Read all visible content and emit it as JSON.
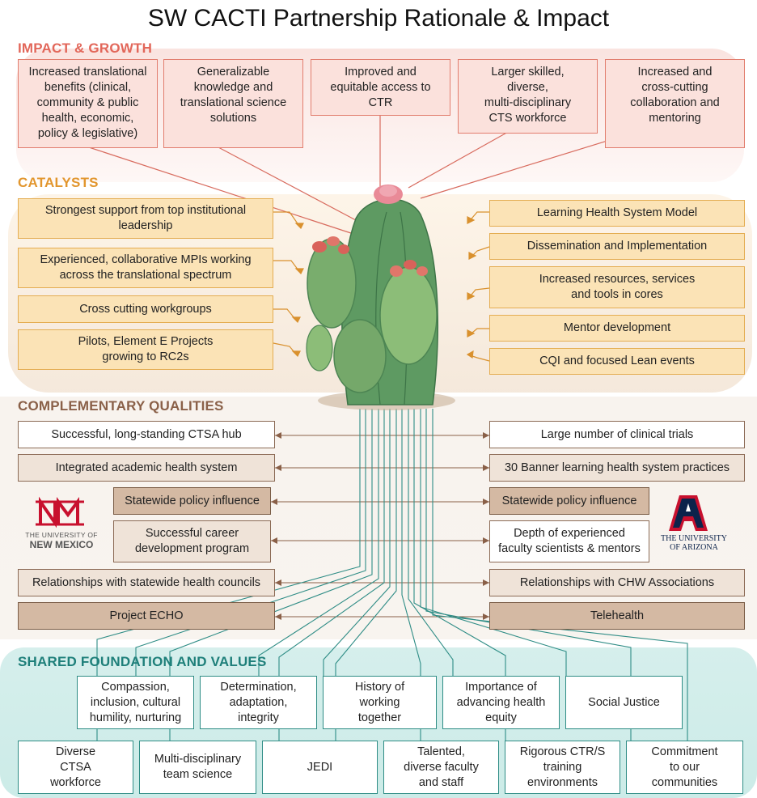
{
  "title": "SW CACTI Partnership Rationale & Impact",
  "sections": {
    "impact": "IMPACT & GROWTH",
    "catalysts": "CATALYSTS",
    "complementary": "COMPLEMENTARY QUALITIES",
    "shared": "SHARED FOUNDATION AND VALUES"
  },
  "impact_items": [
    "Increased translational\nbenefits (clinical,\ncommunity & public\nhealth, economic,\npolicy & legislative)",
    "Generalizable\nknowledge and\ntranslational science\nsolutions",
    "Improved and\nequitable access to\nCTR",
    "Larger skilled,\ndiverse,\nmulti-disciplinary\nCTS workforce",
    "Increased and\ncross-cutting\ncollaboration and\nmentoring"
  ],
  "catalysts_left": [
    "Strongest support from top institutional\nleadership",
    "Experienced, collaborative MPIs working\nacross the translational spectrum",
    "Cross cutting workgroups",
    "Pilots, Element E Projects\ngrowing to RC2s"
  ],
  "catalysts_right": [
    "Learning Health System Model",
    "Dissemination and Implementation",
    "Increased resources, services\nand tools in cores",
    "Mentor development",
    "CQI and focused Lean events"
  ],
  "complementary_left": [
    "Successful, long-standing CTSA hub",
    "Integrated academic health system",
    "Statewide policy influence",
    "Successful career\ndevelopment program",
    "Relationships with statewide health councils",
    "Project ECHO"
  ],
  "complementary_right": [
    "Large number of clinical trials",
    "30 Banner learning health system practices",
    "Statewide policy influence",
    "Depth of experienced\nfaculty scientists & mentors",
    "Relationships with CHW Associations",
    "Telehealth"
  ],
  "shared_top": [
    "Compassion,\ninclusion, cultural\nhumility, nurturing",
    "Determination,\nadaptation,\nintegrity",
    "History of\nworking\ntogether",
    "Importance of\nadvancing health\nequity",
    "Social Justice"
  ],
  "shared_bottom": [
    "Diverse\nCTSA\nworkforce",
    "Multi-disciplinary\nteam science",
    "JEDI",
    "Talented,\ndiverse faculty\nand staff",
    "Rigorous CTR/S\ntraining\nenvironments",
    "Commitment\nto our\ncommunities"
  ],
  "logos": {
    "unm_line1": "THE UNIVERSITY OF",
    "unm_line2": "NEW MEXICO",
    "ua_line1": "THE UNIVERSITY",
    "ua_line2": "OF ARIZONA"
  },
  "colors": {
    "impact_heading": "#e2675a",
    "catalyst_heading": "#e2962e",
    "complementary_heading": "#8a6048",
    "shared_heading": "#1e7f7a",
    "unm_red": "#c8102e",
    "ua_navy": "#0c234b"
  }
}
